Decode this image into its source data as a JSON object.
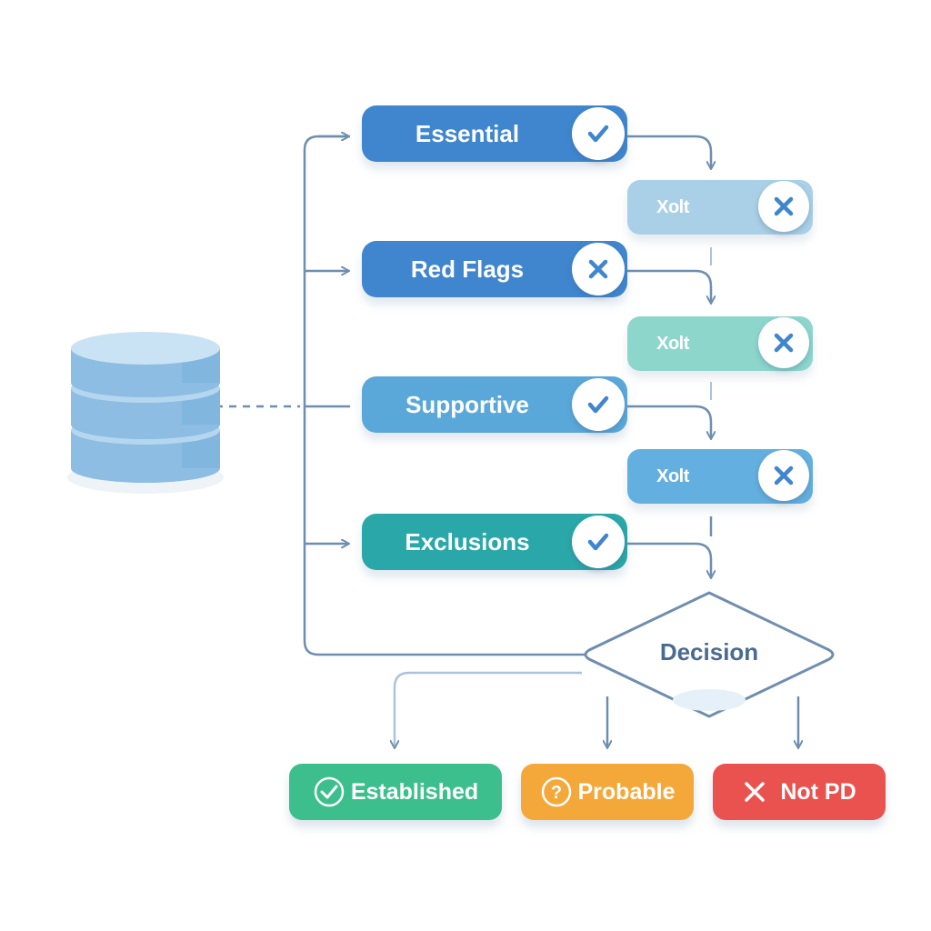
{
  "criteria": [
    {
      "label": "Essential",
      "status": "check",
      "color": "#3f86cf"
    },
    {
      "label": "Red Flags",
      "status": "cross",
      "color": "#3f86cf"
    },
    {
      "label": "Supportive",
      "status": "check",
      "color": "#5aa8d9"
    },
    {
      "label": "Exclusions",
      "status": "check",
      "color": "#2aa7a8"
    }
  ],
  "sub_results": [
    {
      "label": "Xolt",
      "status": "cross",
      "color": "#a9d0e6"
    },
    {
      "label": "Xolt",
      "status": "cross",
      "color": "#8dd6cc"
    },
    {
      "label": "Xolt",
      "status": "cross",
      "color": "#63afdf"
    }
  ],
  "decision": {
    "label": "Decision"
  },
  "outcomes": [
    {
      "label": "Established",
      "icon": "check-circle-icon",
      "color": "#3cbf8d"
    },
    {
      "label": "Probable",
      "icon": "question-circle-icon",
      "color": "#f5a83a"
    },
    {
      "label": "Not PD",
      "icon": "x-mark-icon",
      "color": "#e9524e"
    }
  ],
  "colors": {
    "connector": "#6f8eaf",
    "check": "#3f86cf",
    "cross": "#3f86cf",
    "database": "#8dbde3"
  }
}
